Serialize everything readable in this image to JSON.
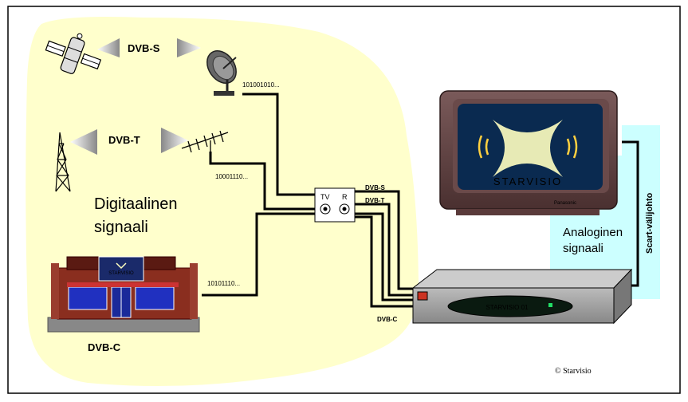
{
  "labels": {
    "dvb_s": "DVB-S",
    "dvb_t": "DVB-T",
    "dvb_c_store": "DVB-C",
    "dvb_c_line": "DVB-C",
    "line_s": "DVB-S",
    "line_t": "DVB-T",
    "bits_s": "101001010...",
    "bits_t": "10001110...",
    "bits_c": "10101110...",
    "digital_line1": "Digitaalinen",
    "digital_line2": "signaali",
    "analog_line1": "Analoginen",
    "analog_line2": "signaali",
    "scart": "Scart-välijohto",
    "socket_tv": "TV",
    "socket_r": "R",
    "stb_display": "STARVISIO 01",
    "tv_brand": "STARVISIO",
    "tv_maker": "Panasonic",
    "copyright": "© Starvisio"
  },
  "icons": {
    "satellite": "satellite-icon",
    "dish": "satellite-dish-icon",
    "tower": "transmission-tower-icon",
    "antenna": "tv-antenna-icon",
    "store": "storefront-icon",
    "wall_socket": "wall-socket-icon",
    "tv": "television-icon",
    "set_top_box": "set-top-box-icon"
  },
  "colors": {
    "digital_area": "#ffffcc",
    "analog_area": "#ccffff",
    "wire": "#000000",
    "box": "#999999",
    "tv_screen": "#0a2a50",
    "logo_star": "#ffffc0"
  }
}
